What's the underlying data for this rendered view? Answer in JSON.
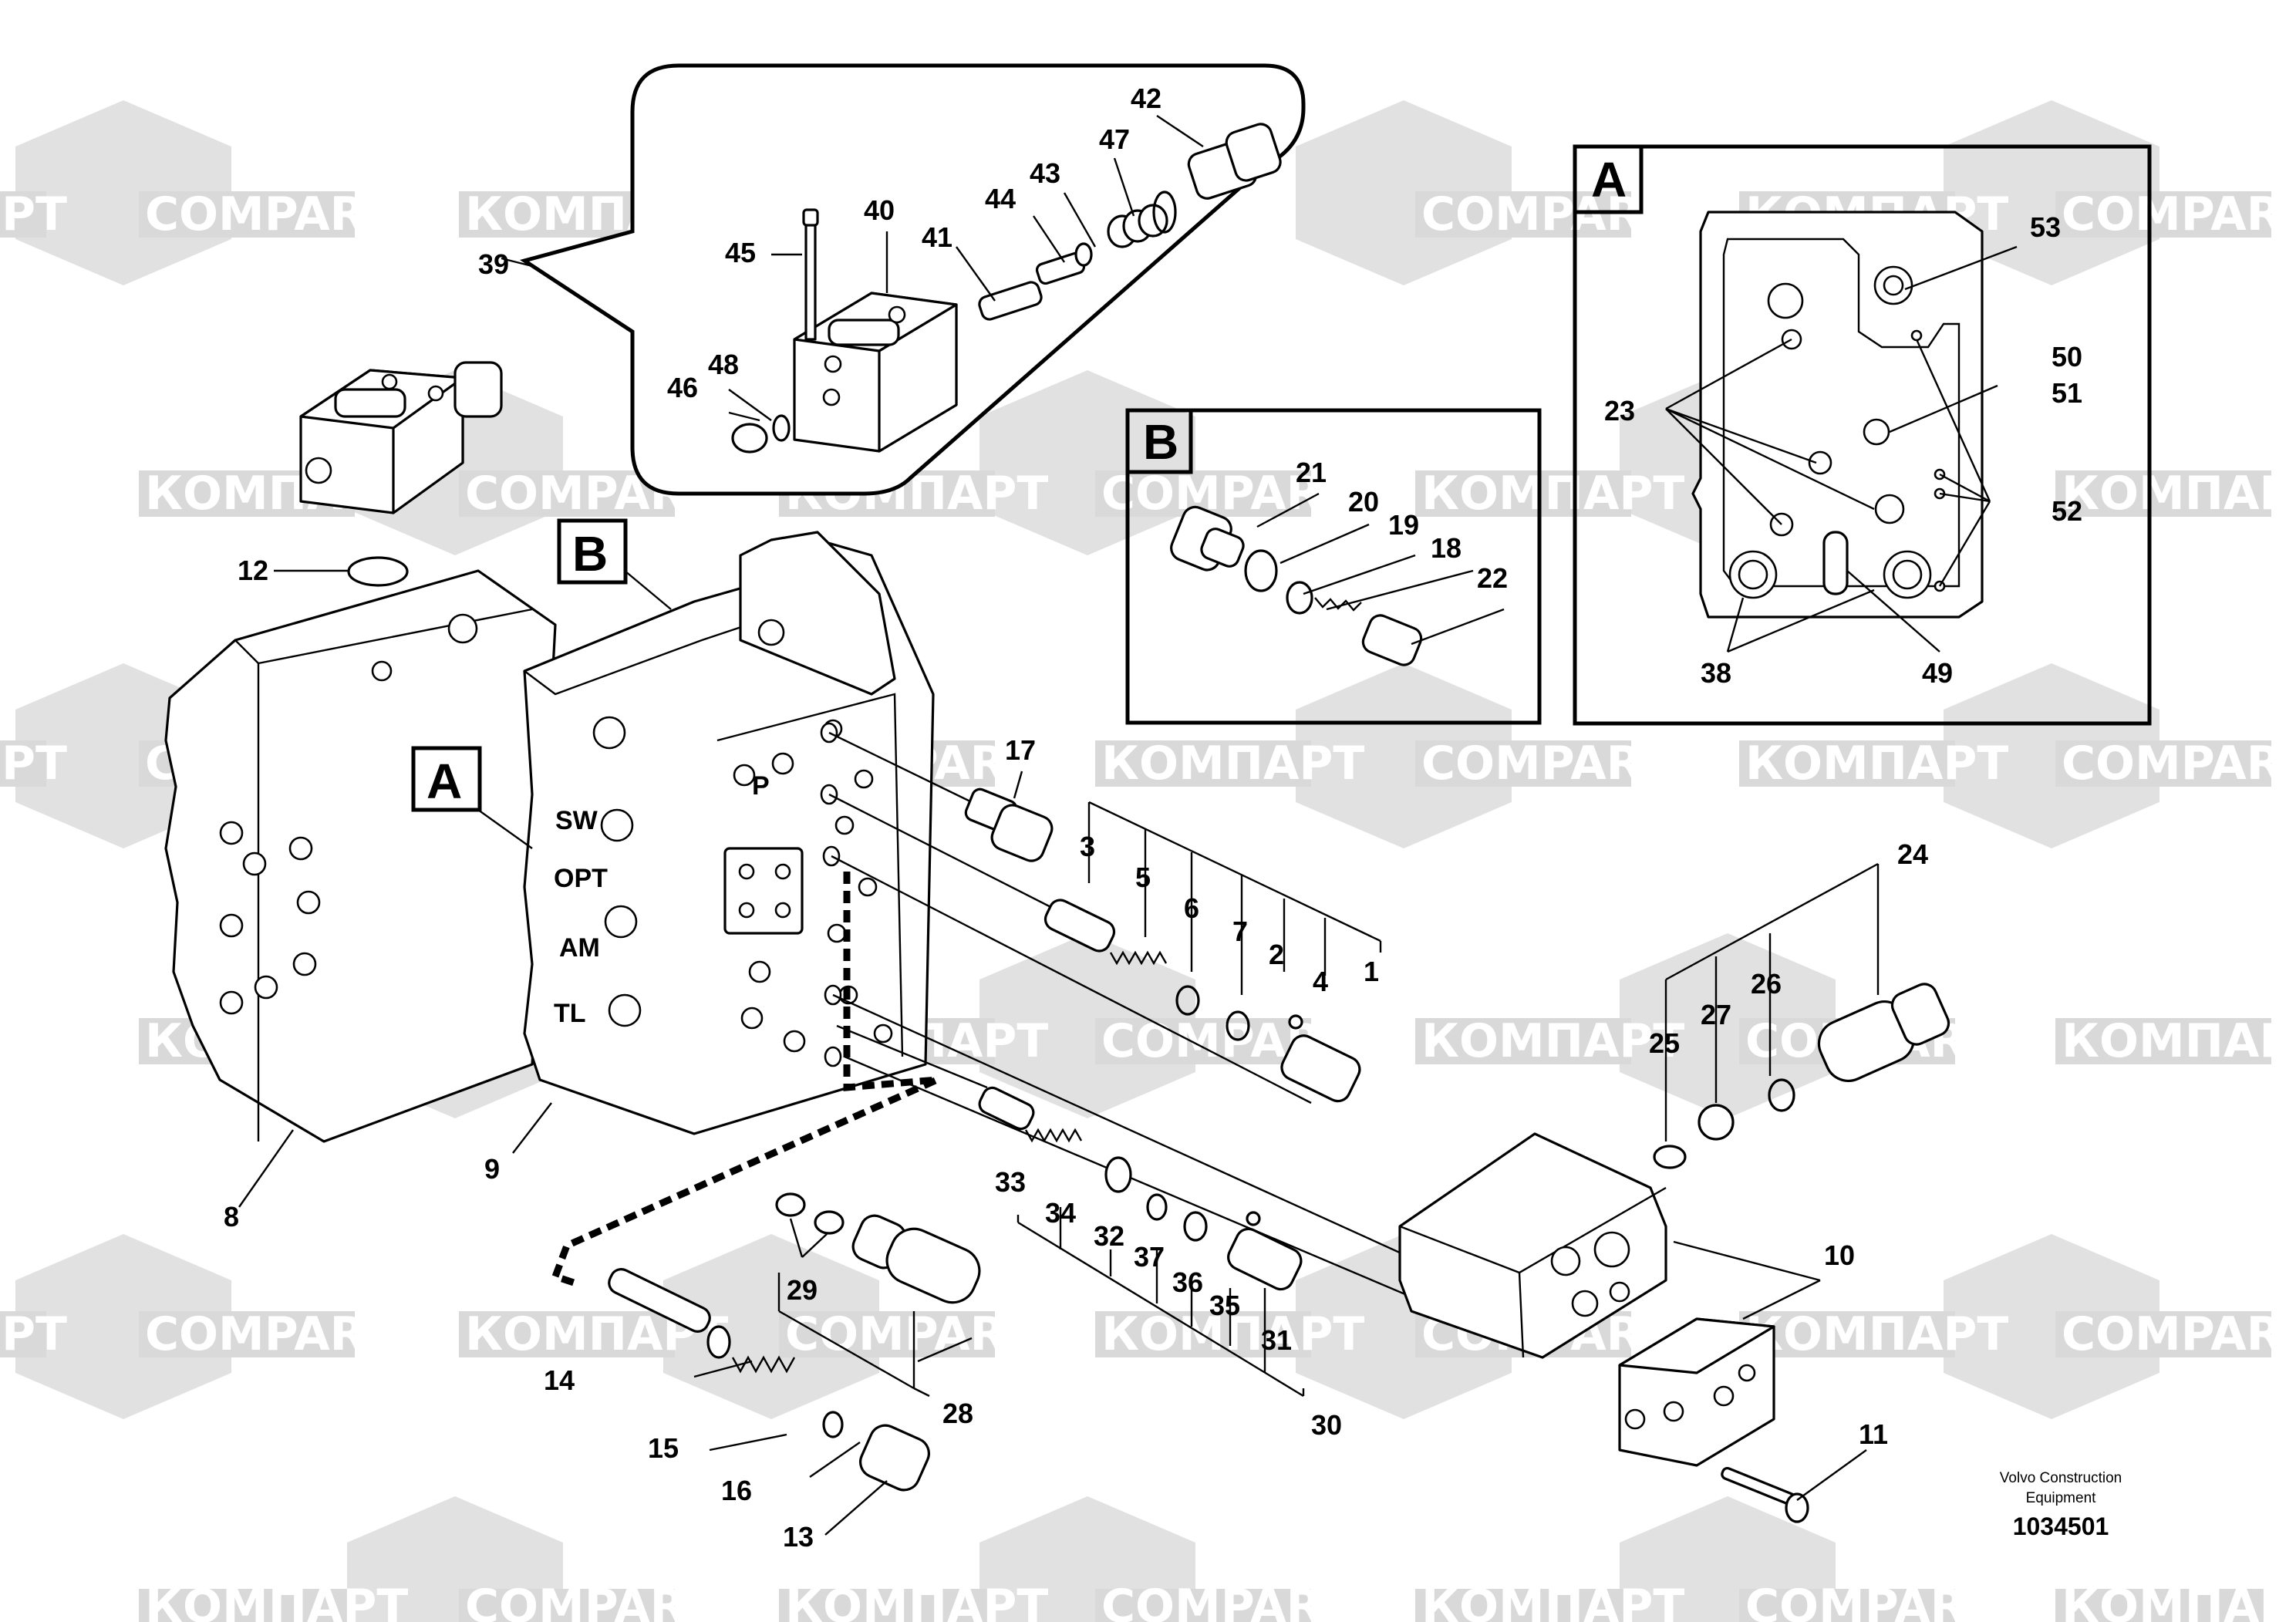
{
  "diagram": {
    "watermark": {
      "latin": "COMPART",
      "cyrillic": "КОМПАРТ",
      "fragment": "PT",
      "color": "#d9d9d9"
    },
    "detail_boxes": {
      "A": "A",
      "B": "B"
    },
    "ports": {
      "sw": "SW",
      "opt": "OPT",
      "am": "AM",
      "tl": "TL",
      "p": "P"
    },
    "callouts": {
      "c1": "1",
      "c2": "2",
      "c3": "3",
      "c4": "4",
      "c5": "5",
      "c6": "6",
      "c7": "7",
      "c8": "8",
      "c9": "9",
      "c10": "10",
      "c11": "11",
      "c12": "12",
      "c13": "13",
      "c14": "14",
      "c15": "15",
      "c16": "16",
      "c17": "17",
      "c18": "18",
      "c19": "19",
      "c20": "20",
      "c21": "21",
      "c22": "22",
      "c23": "23",
      "c24": "24",
      "c25": "25",
      "c26": "26",
      "c27": "27",
      "c28": "28",
      "c29": "29",
      "c30": "30",
      "c31": "31",
      "c32": "32",
      "c33": "33",
      "c34": "34",
      "c35": "35",
      "c36": "36",
      "c37": "37",
      "c38": "38",
      "c39": "39",
      "c40": "40",
      "c41": "41",
      "c42": "42",
      "c43": "43",
      "c44": "44",
      "c45": "45",
      "c46": "46",
      "c47": "47",
      "c48": "48",
      "c49": "49",
      "c50": "50",
      "c51": "51",
      "c52": "52",
      "c53": "53"
    },
    "credit": {
      "line1": "Volvo Construction",
      "line2": "Equipment"
    },
    "document_number": "1034501"
  }
}
